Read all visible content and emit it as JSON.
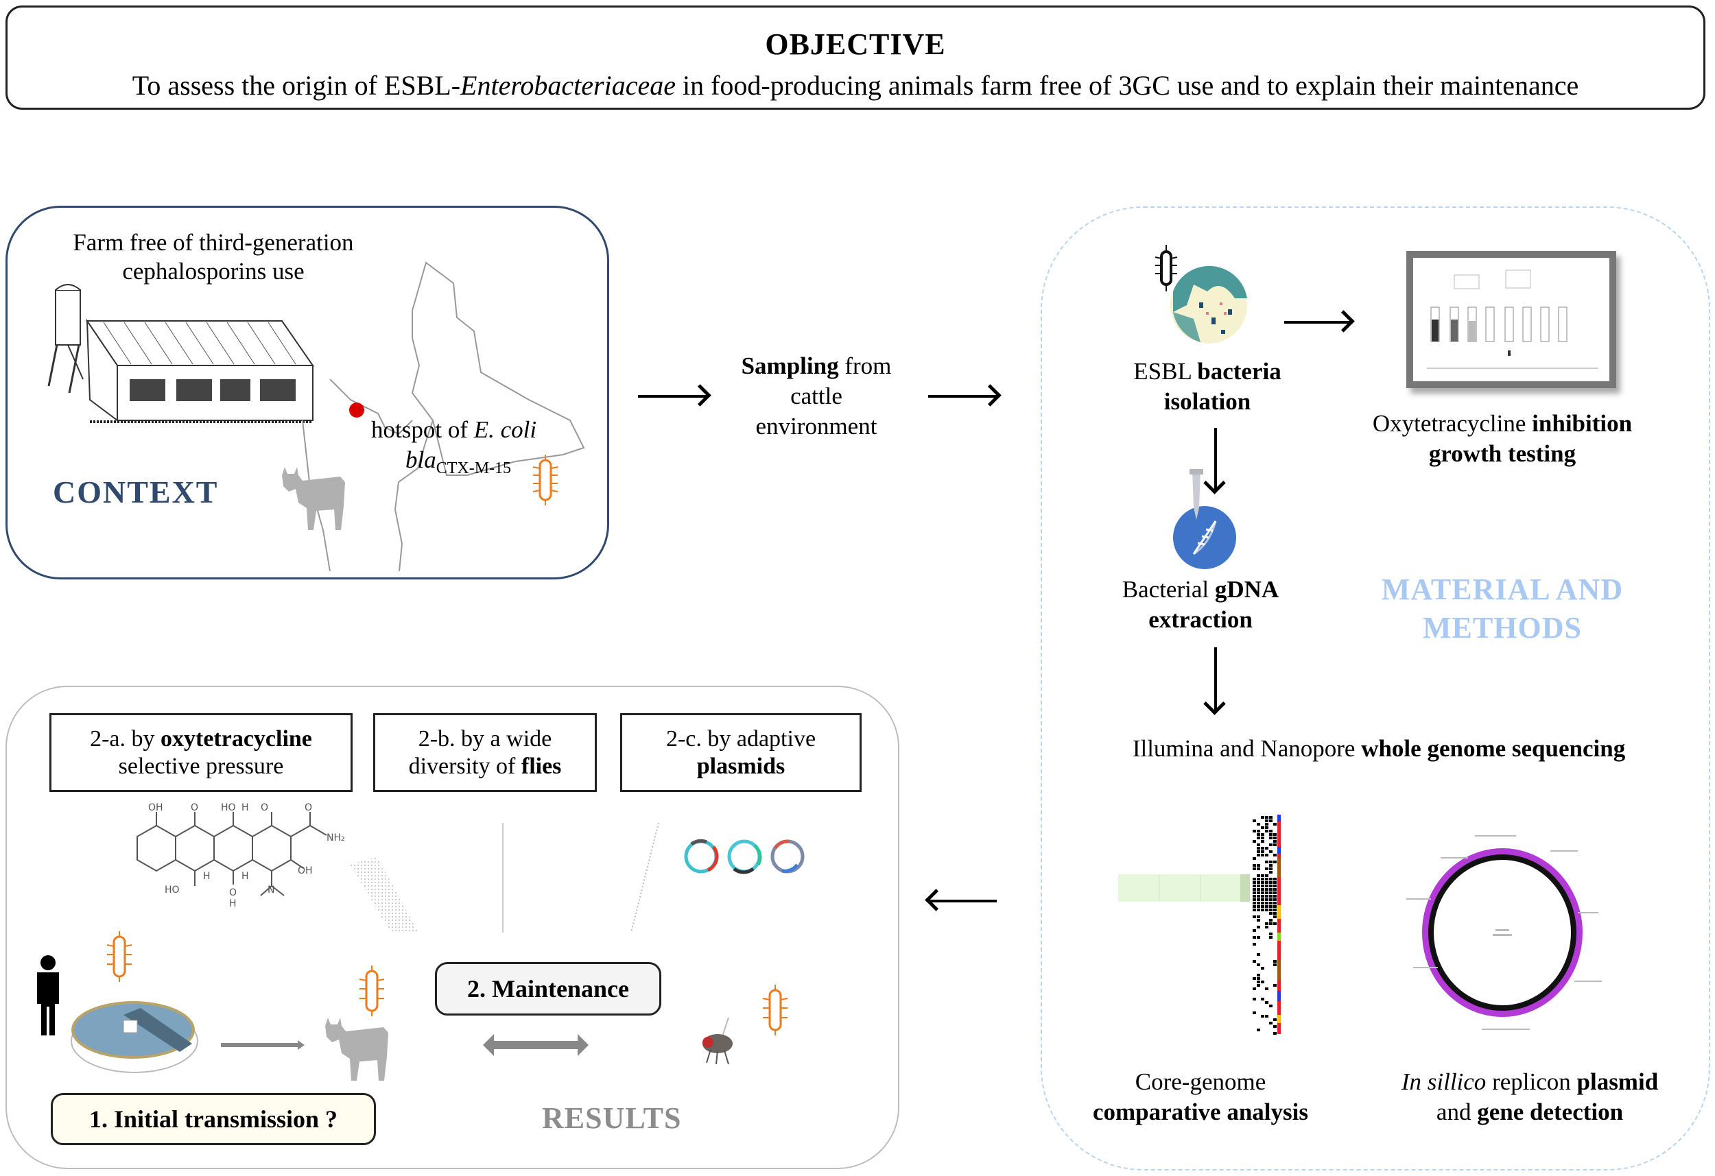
{
  "objective": {
    "title": "OBJECTIVE",
    "text_before": "To assess the origin  of ESBL-",
    "text_italic": "Enterobacteriaceae",
    "text_after": " in food-producing animals  farm free of 3GC use and to explain  their maintenance"
  },
  "context": {
    "farm_label_line1": "Farm free of third-generation",
    "farm_label_line2": "cephalosporins use",
    "hotspot_prefix": "hotspot of ",
    "hotspot_species": "E. coli",
    "gene_italic": "bla",
    "gene_subscript": "CTX-M-15",
    "section_label": "CONTEXT",
    "hotspot_marker_color": "#d90000"
  },
  "sampling": {
    "bold": "Sampling",
    "rest_line1": " from",
    "line2": "cattle",
    "line3": "environment"
  },
  "methods": {
    "section_label_line1": "MATERIAL AND",
    "section_label_line2": "METHODS",
    "isolation": {
      "normal": "ESBL ",
      "bold": "bacteria",
      "line2_bold": "isolation"
    },
    "oxytetracycline": {
      "normal": "Oxytetracycline ",
      "bold": "inhibition",
      "line2_bold": "growth testing"
    },
    "extraction": {
      "normal": "Bacterial ",
      "bold": "gDNA",
      "line2_bold": "extraction"
    },
    "sequencing": {
      "normal": "Illumina  and Nanopore ",
      "bold": "whole genome sequencing"
    },
    "core_genome": {
      "line1": "Core-genome",
      "line2_bold": "comparative analysis"
    },
    "in_silico": {
      "italic": "In sillico",
      "normal": " replicon ",
      "bold": "plasmid",
      "line2_normal": "and ",
      "line2_bold": "gene detection"
    }
  },
  "results": {
    "section_label": "RESULTS",
    "hypotheses": [
      {
        "prefix": "2-a. by ",
        "bold": "oxytetracycline",
        "line2": "selective pressure",
        "line2_bold": false
      },
      {
        "prefix": "2-b. by a wide",
        "bold": "",
        "line2": "diversity of ",
        "line2_bold_tail": "flies"
      },
      {
        "prefix": "2-c. by adaptive",
        "bold": "",
        "line2": "plasmids",
        "line2_bold": true
      }
    ],
    "maintenance_label": "2. Maintenance",
    "initial_transmission_label": "1. Initial transmission ?"
  },
  "colors": {
    "context_accent": "#2f4a6e",
    "methods_accent": "#a9c8f2",
    "results_accent": "#8c8c8c",
    "bacteria_orange": "#f07a1a",
    "dna_blue": "#3f74c9",
    "plasmid_purple": "#b23ad6"
  }
}
